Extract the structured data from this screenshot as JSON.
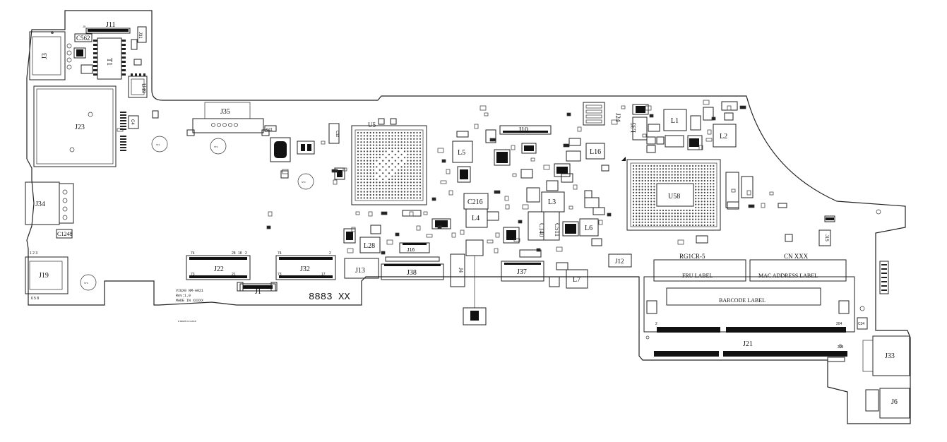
{
  "components": {
    "J3": "J3",
    "J11": "J11",
    "C562": "C562",
    "T1": "T1",
    "U49": "U49",
    "J23": "J23",
    "J34": "J34",
    "C1248": "C1248",
    "J19": "J19",
    "J35": "J35",
    "U5": "U5",
    "L5": "L5",
    "J10": "J10",
    "L16": "L16",
    "J24": "J24",
    "L35": "L35",
    "L1": "L1",
    "L2": "L2",
    "C216": "C216",
    "L4": "L4",
    "L3": "L3",
    "C140": "C140",
    "C511": "C511",
    "L6": "L6",
    "U58": "U58",
    "L28": "L28",
    "J13": "J13",
    "J38": "J38",
    "J37": "J37",
    "J4": "J4",
    "J22": "J22",
    "J32": "J32",
    "J1": "J1",
    "L7": "L7",
    "J12": "J12",
    "J15": "J15",
    "J21": "J21",
    "J33": "J33",
    "J6": "J6",
    "C34": "C34"
  },
  "labels": {
    "board_id": "8883 XX",
    "silk_line1": "VIUX0 NM-A021",
    "silk_line2": "Rev:1.0",
    "silk_line3": "MADE IN XXXXX",
    "fru_header": "RG1CR-5",
    "fru_label": "FRU LABEL",
    "cn_header": "CN XXX",
    "mac_label": "MAC ADDRESS  LABEL",
    "barcode_label": "BARCODE LABEL"
  },
  "pins": {
    "j22_74": "74",
    "j22_28": "28",
    "j22_18": "18",
    "j22_2": "2",
    "j22_73": "73",
    "j22_21": "21",
    "j32_74": "74",
    "j32_2": "2",
    "j32_73": "73",
    "j32_17": "17",
    "j21_2": "2",
    "j21_204": "204",
    "j21_203": "203",
    "j19_top": "1  2  3",
    "j19_bot": "6  5  8"
  }
}
